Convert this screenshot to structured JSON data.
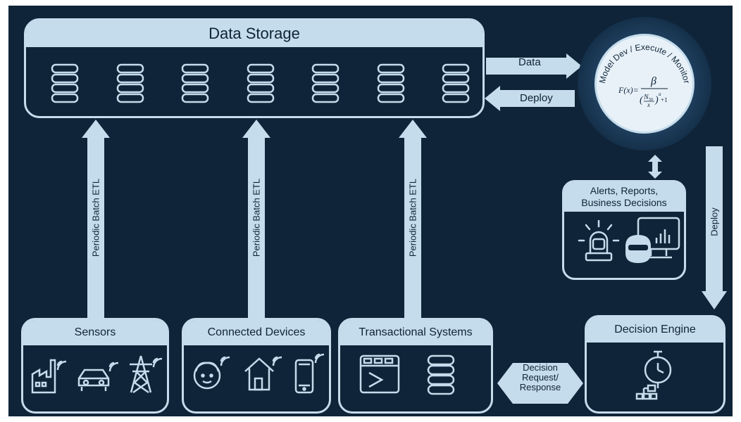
{
  "data_storage": {
    "title": "Data Storage",
    "db_icon_count": 7
  },
  "flows": {
    "data_label": "Data",
    "deploy_label": "Deploy",
    "etl_label": "Periodic Batch ETL",
    "deploy_down_label": "Deploy",
    "decision_line1": "Decision",
    "decision_line2": "Request/",
    "decision_line3": "Response"
  },
  "model": {
    "title": "Model Dev / Execute / Monitor",
    "formula_lhs": "F(x)=",
    "formula_num": "β",
    "formula_den": "(N50/x)^a + 1"
  },
  "alerts": {
    "title_line1": "Alerts, Reports,",
    "title_line2": "Business Decisions"
  },
  "sources": [
    {
      "title": "Sensors"
    },
    {
      "title": "Connected Devices"
    },
    {
      "title": "Transactional Systems"
    }
  ],
  "decision_engine": {
    "title": "Decision Engine"
  },
  "colors": {
    "background": "#0f2438",
    "accent": "#c5dcec",
    "circle": "#e8f1f8"
  }
}
